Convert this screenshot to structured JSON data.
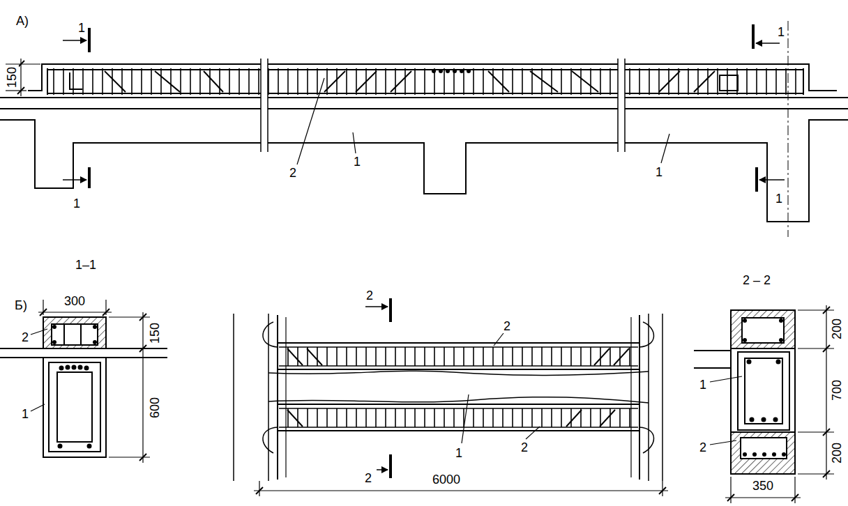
{
  "diagram": {
    "labels": [
      "А)",
      "1",
      "150",
      "1",
      "1",
      "1",
      "2",
      "1",
      "1",
      "1–1",
      "Б)",
      "300",
      "150",
      "600",
      "2",
      "1",
      "2",
      "2",
      "1",
      "2",
      "2",
      "6000",
      "2 – 2",
      "200",
      "700",
      "200",
      "350",
      "1",
      "2"
    ]
  }
}
